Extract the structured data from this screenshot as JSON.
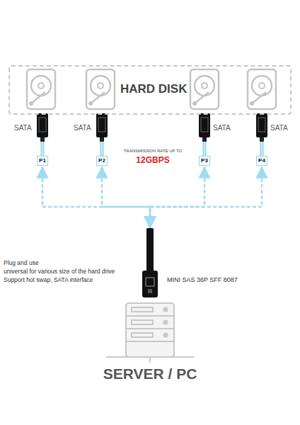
{
  "diagram": {
    "nodes": [
      {
        "text": [
          "HARD DISK"
        ]
      },
      {
        "text": [
          "P1"
        ]
      },
      {
        "text": [
          "P2"
        ]
      },
      {
        "text": [
          "P3"
        ]
      },
      {
        "text": [
          "P4"
        ]
      },
      {
        "text": [
          "MINI SAS 36P SFF 8087"
        ]
      },
      {
        "text": [
          "SERVER / PC"
        ]
      }
    ],
    "edges": [
      {
        "from": 1,
        "to": 5,
        "arrow": "both"
      },
      {
        "from": 2,
        "to": 5,
        "arrow": "both"
      },
      {
        "from": 3,
        "to": 5,
        "arrow": "both"
      },
      {
        "from": 4,
        "to": 5,
        "arrow": "both"
      }
    ],
    "labels": [
      "SATA",
      "SATA",
      "SATA",
      "SATA",
      "TRANSMISSION RATE UP TO",
      "12GBPS",
      "Plug and use",
      "universal for various size of the hard drive",
      "Support hot swap, SATA interface"
    ]
  }
}
